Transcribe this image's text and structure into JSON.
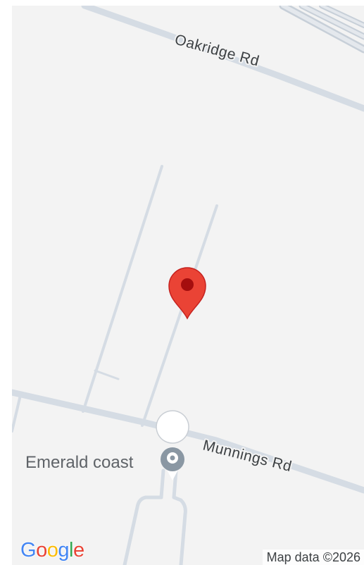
{
  "map": {
    "roads": {
      "north": "Oakridge Rd",
      "south": "Munnings Rd"
    },
    "poi": {
      "label": "Emerald coast",
      "icon": "place-pin-icon"
    },
    "marker": {
      "icon": "red-map-marker-icon",
      "color": "#ea4335",
      "dot_color": "#a50e0e"
    },
    "attribution": {
      "logo_letters": [
        "G",
        "o",
        "o",
        "g",
        "l",
        "e"
      ],
      "logo_colors": [
        "#4285f4",
        "#ea4335",
        "#fbbc05",
        "#4285f4",
        "#34a853",
        "#ea4335"
      ],
      "data_text": "Map data ©2026"
    },
    "colors": {
      "background": "#f3f3f3",
      "road": "#d6dde5",
      "road_outline": "#c4ccd6",
      "label": "#3c4043"
    }
  }
}
